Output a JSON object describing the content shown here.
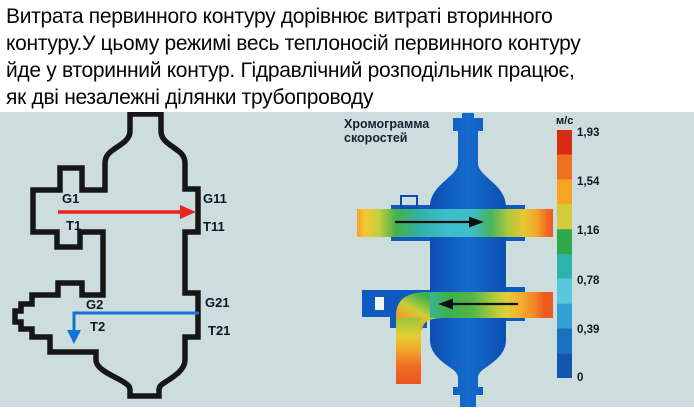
{
  "page": {
    "background": "#ffffff",
    "panel_bg": "#cdddde"
  },
  "intro": {
    "lines": [
      "Витрата первинного контуру дорівнює витраті вторинного",
      "контуру.У цьому режимі весь теплоносій первинного контуру",
      "йде у вторинний контур. Гідравлічний розподільник працює,",
      "як дві незалежні ділянки трубопроводу"
    ]
  },
  "schematic": {
    "ports": {
      "g1": "G1",
      "t1": "T1",
      "g11": "G11",
      "t11": "T11",
      "g2": "G2",
      "t2": "T2",
      "g21": "G21",
      "t21": "T21"
    },
    "outline_color": "#161616",
    "primary_arrow_color": "#e8251c",
    "secondary_arrow_color": "#1274d2"
  },
  "cfd": {
    "title_line1": "Хромограмма",
    "title_line2": "скоростей",
    "unit": "м/с",
    "vessel_color": "#0f5ac0",
    "arrow_color": "#101010",
    "scale": {
      "labels": [
        "1,93",
        "1,54",
        "1,16",
        "0,78",
        "0,39",
        "0"
      ],
      "colors": [
        "#da2a16",
        "#ef7120",
        "#f4a623",
        "#d2cc38",
        "#2fa84a",
        "#2ab4ab",
        "#55c8de",
        "#2f9fd4",
        "#1b70c2",
        "#1155ae"
      ]
    }
  }
}
